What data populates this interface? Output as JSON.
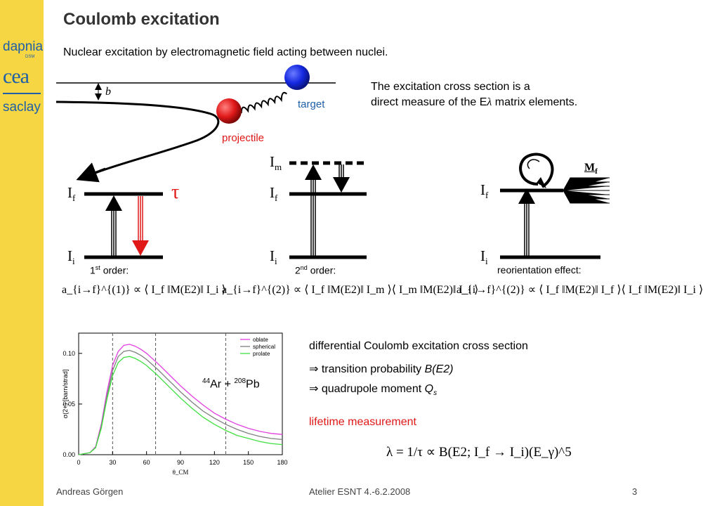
{
  "sidebar": {
    "logo_top": "dapnia",
    "logo_top_small": "DSM",
    "logo_mid": "cea",
    "logo_bottom": "saclay"
  },
  "slide": {
    "title": "Coulomb excitation",
    "subtitle": "Nuclear excitation by electromagnetic field acting between nuclei.",
    "cross_section_line1": "The excitation cross section is a",
    "cross_section_line2_prefix": "direct measure of the E",
    "cross_section_line2_symbol": "λ",
    "cross_section_line2_suffix": " matrix elements."
  },
  "scattering": {
    "impact_parameter": "b",
    "target_label": "target",
    "projectile_label": "projectile",
    "colors": {
      "target": "#1428e0",
      "projectile": "#e01818",
      "label_target": "#1f5fa8",
      "label_projectile": "#e01818"
    }
  },
  "diagrams": {
    "first": {
      "upper_level": "I",
      "upper_sub": "f",
      "lower_level": "I",
      "lower_sub": "i",
      "lifetime_symbol": "τ",
      "order_num": "1",
      "order_sup": "st",
      "order_text": " order:",
      "formula": "a_{i→f}^{(1)} ∝ ⟨ I_f ‖M(E2)‖ I_i ⟩"
    },
    "second": {
      "top_level": "I",
      "top_sub": "m",
      "upper_level": "I",
      "upper_sub": "f",
      "lower_level": "I",
      "lower_sub": "i",
      "order_num": "2",
      "order_sup": "nd",
      "order_text": " order:",
      "formula": "a_{i→f}^{(2)} ∝ ⟨ I_f ‖M(E2)‖ I_m ⟩⟨ I_m ‖M(E2)‖ I_i ⟩"
    },
    "third": {
      "substate_label": "M",
      "substate_sub": "f",
      "upper_level": "I",
      "upper_sub": "f",
      "lower_level": "I",
      "lower_sub": "i",
      "order_text": "reorientation effect:",
      "formula": "a_{i→f}^{(2)} ∝ ⟨ I_f ‖M(E2)‖ I_f ⟩⟨ I_f ‖M(E2)‖ I_i ⟩"
    }
  },
  "chart_data": {
    "type": "line",
    "title": "",
    "reaction": {
      "a": "44",
      "b": "Ar + ",
      "c": "208",
      "d": "Pb"
    },
    "xlabel": "θ_CM",
    "ylabel": "σ(2+) [barn/strad]",
    "xlim": [
      0,
      180
    ],
    "ylim": [
      0,
      0.12
    ],
    "xticks": [
      "0",
      "30",
      "60",
      "90",
      "120",
      "150",
      "180"
    ],
    "yticks": [
      "0.00",
      "0.05",
      "0.10"
    ],
    "vlines": [
      30,
      68,
      130
    ],
    "legend_position": "top-right",
    "x": [
      0,
      10,
      15,
      20,
      25,
      30,
      35,
      40,
      45,
      50,
      55,
      60,
      70,
      80,
      90,
      100,
      110,
      120,
      130,
      140,
      150,
      160,
      170,
      180
    ],
    "series": [
      {
        "name": "oblate",
        "color": "#e040e0",
        "values": [
          0,
          0.002,
          0.008,
          0.03,
          0.062,
          0.088,
          0.102,
          0.108,
          0.109,
          0.107,
          0.104,
          0.1,
          0.09,
          0.079,
          0.068,
          0.058,
          0.049,
          0.041,
          0.035,
          0.03,
          0.026,
          0.023,
          0.021,
          0.02
        ]
      },
      {
        "name": "spherical",
        "color": "#808080",
        "values": [
          0,
          0.002,
          0.007,
          0.028,
          0.058,
          0.083,
          0.097,
          0.102,
          0.103,
          0.101,
          0.098,
          0.094,
          0.084,
          0.073,
          0.062,
          0.052,
          0.043,
          0.036,
          0.03,
          0.025,
          0.021,
          0.018,
          0.016,
          0.015
        ]
      },
      {
        "name": "prolate",
        "color": "#40e040",
        "values": [
          0,
          0.002,
          0.007,
          0.026,
          0.055,
          0.078,
          0.091,
          0.096,
          0.097,
          0.095,
          0.092,
          0.088,
          0.078,
          0.067,
          0.056,
          0.046,
          0.037,
          0.03,
          0.024,
          0.019,
          0.016,
          0.013,
          0.011,
          0.01
        ]
      }
    ]
  },
  "results": {
    "line1": "differential Coulomb excitation cross section",
    "arrow": "⇒",
    "line2_prefix": " transition probability ",
    "line2_italic": "B(E2)",
    "line3_prefix": " quadrupole moment ",
    "line3_italic": "Q",
    "line3_sub": "s",
    "lifetime": "lifetime measurement",
    "lifetime_color": "#e01818",
    "formula": "λ = 1/τ ∝ B(E2; I_f → I_i)(E_γ)^5"
  },
  "footer": {
    "author": "Andreas Görgen",
    "event": "Atelier ESNT 4.-6.2.2008",
    "page": "3"
  }
}
